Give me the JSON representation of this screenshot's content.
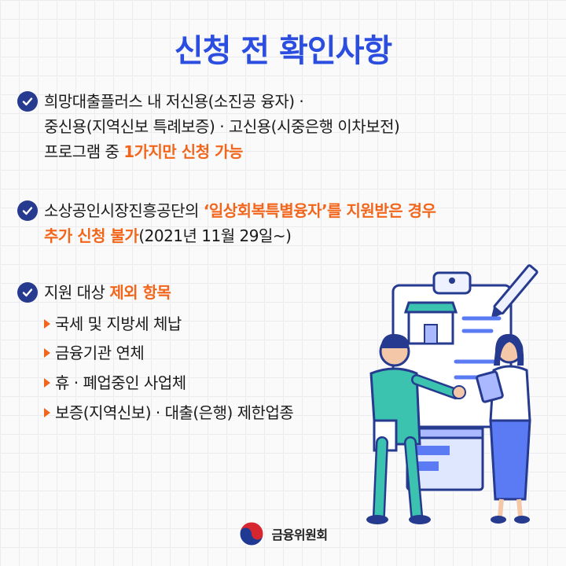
{
  "title": "신청 전 확인사항",
  "items": [
    {
      "lines": [
        "희망대출플러스 내 저신용(소진공 융자) ·",
        "중신용(지역신보 특례보증) · 고신용(시중은행 이차보전)"
      ],
      "last_prefix": "프로그램 중 ",
      "last_highlight": "1가지만 신청 가능"
    },
    {
      "line1_prefix": "소상공인시장진흥공단의 ",
      "line1_highlight": "‘일상회복특별융자’를 지원받은 경우",
      "line2_highlight": "추가 신청 불가",
      "line2_suffix": "(2021년 11월 29일~)"
    },
    {
      "prefix": "지원 대상 ",
      "highlight": "제외 항목",
      "subitems": [
        "국세 및 지방세 체납",
        "금융기관 연체",
        "휴 · 폐업중인 사업체",
        "보증(지역신보) · 대출(은행) 제한업종"
      ]
    }
  ],
  "footer": {
    "org": "금융위원회"
  },
  "icons": {
    "bullet": "check-circle-icon",
    "subbullet": "triangle-icon",
    "logo": "taegeuk-icon"
  },
  "colors": {
    "title": "#2b4de0",
    "highlight": "#f2661c",
    "check": "#263a8f"
  }
}
